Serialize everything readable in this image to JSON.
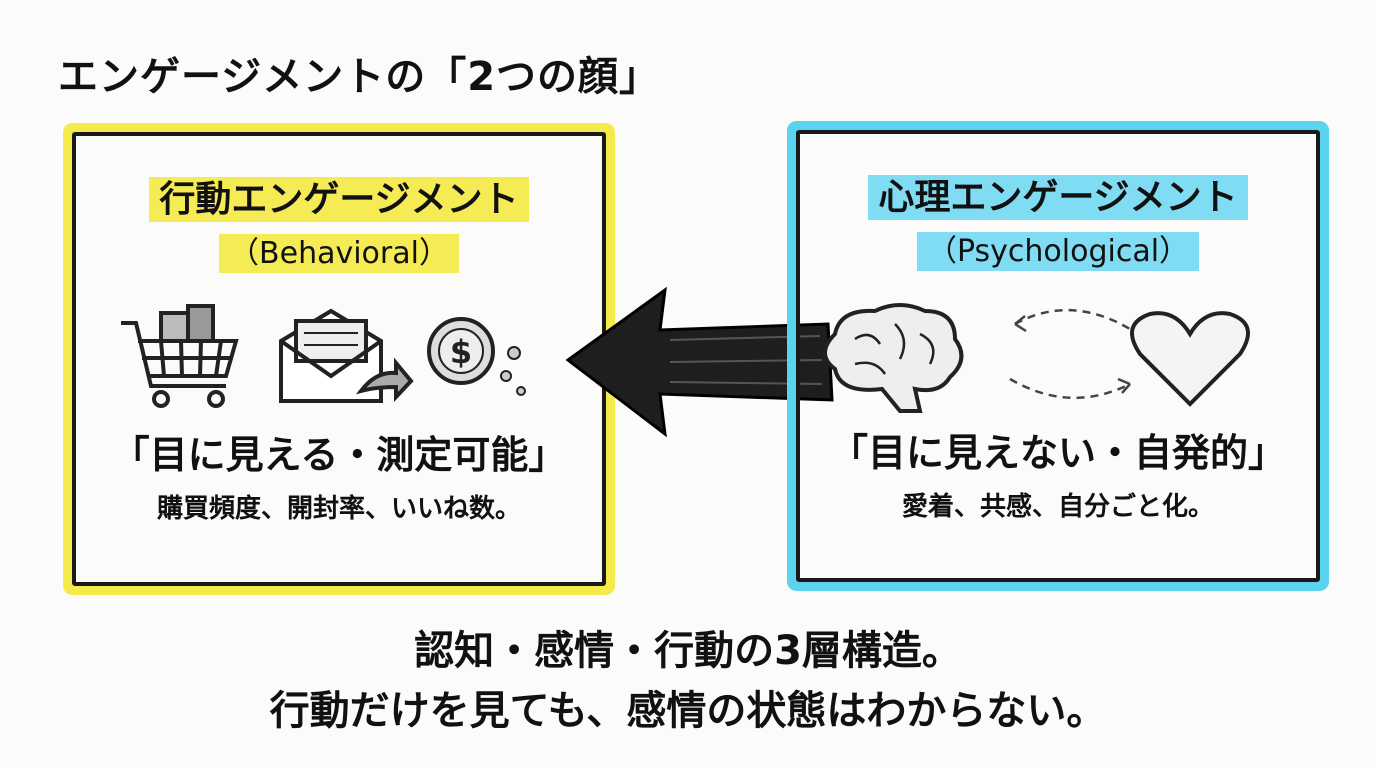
{
  "title": "エンゲージメントの「2つの顔」",
  "left_panel": {
    "heading": "行動エンゲージメント",
    "subheading": "（Behavioral）",
    "icons": [
      "shopping-cart-icon",
      "envelope-icon",
      "coin-icon"
    ],
    "quote": "「目に見える・測定可能」",
    "examples": "購買頻度、開封率、いいね数。",
    "accent": "#f4ea4a"
  },
  "right_panel": {
    "heading": "心理エンゲージメント",
    "subheading": "（Psychological）",
    "icons": [
      "brain-icon",
      "heart-icon"
    ],
    "quote": "「目に見えない・自発的」",
    "examples": "愛着、共感、自分ごと化。",
    "accent": "#5cd3ee"
  },
  "footer": {
    "line1": "認知・感情・行動の3層構造。",
    "line2": "行動だけを見ても、感情の状態はわからない。"
  }
}
